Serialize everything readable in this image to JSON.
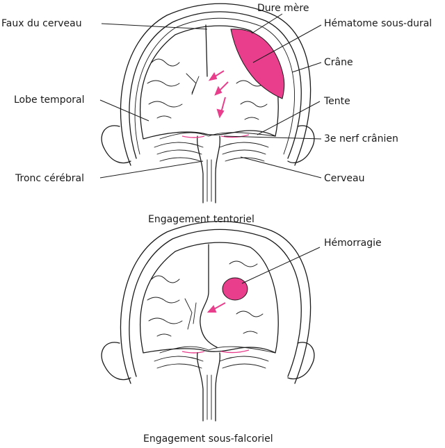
{
  "colors": {
    "accent": "#e83e8c",
    "ink": "#1a1a1a",
    "background": "#ffffff"
  },
  "top": {
    "caption": "Engagement tentoriel",
    "labels": {
      "faux_du_cerveau": "Faux du cerveau",
      "dure_mere": "Dure mère",
      "hematome": "Hématome sous-dural",
      "crane": "Crâne",
      "lobe_temporal": "Lobe temporal",
      "tente": "Tente",
      "nerf": "3e nerf crânien",
      "tronc": "Tronc cérébral",
      "cerveau": "Cerveau"
    }
  },
  "bottom": {
    "caption": "Engagement sous-falcoriel",
    "labels": {
      "hemorragie": "Hémorragie"
    }
  }
}
